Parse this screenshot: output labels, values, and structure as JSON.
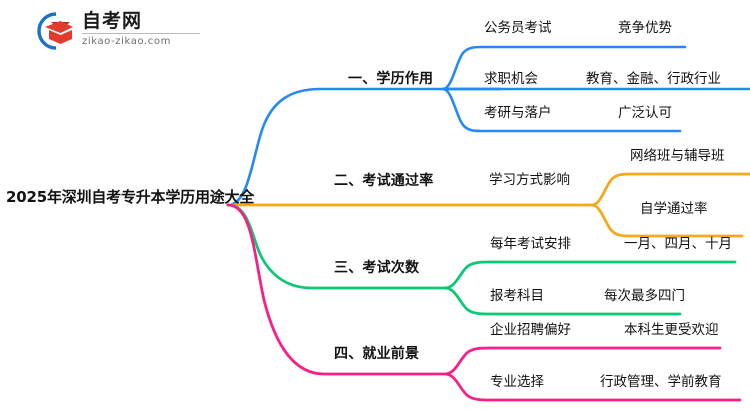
{
  "logo": {
    "name_cn": "自考网",
    "name_en": "zikao-zikao.com",
    "mark_icon": "graduation-cap-icon",
    "colors": {
      "ring": "#1a72c4",
      "cap": "#e23b2e",
      "cap_dark": "#b92c22"
    }
  },
  "mindmap": {
    "root": {
      "label": "2025年深圳自考专升本学历用途大全"
    },
    "branches": [
      {
        "label": "一、学历作用",
        "color": "#2589f5",
        "children": [
          {
            "label": "公务员考试",
            "detail": "竞争优势"
          },
          {
            "label": "求职机会",
            "detail": "教育、金融、行政行业"
          },
          {
            "label": "考研与落户",
            "detail": "广泛认可"
          }
        ]
      },
      {
        "label": "二、考试通过率",
        "color": "#f5a81c",
        "children": [
          {
            "label": "学习方式影响",
            "detail": "网络班与辅导班"
          },
          {
            "label": "",
            "detail": "自学通过率"
          }
        ]
      },
      {
        "label": "三、考试次数",
        "color": "#0ac974",
        "children": [
          {
            "label": "每年考试安排",
            "detail": "一月、四月、十月"
          },
          {
            "label": "报考科目",
            "detail": "每次最多四门"
          }
        ]
      },
      {
        "label": "四、就业前景",
        "color": "#fa1e87",
        "children": [
          {
            "label": "企业招聘偏好",
            "detail": "本科生更受欢迎"
          },
          {
            "label": "专业选择",
            "detail": "行政管理、学前教育"
          }
        ]
      }
    ]
  }
}
